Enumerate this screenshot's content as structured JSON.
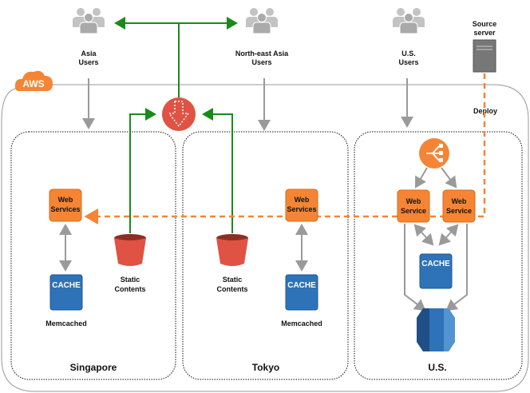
{
  "cloud_label": "AWS",
  "users": [
    {
      "line1": "Asia",
      "line2": "Users"
    },
    {
      "line1": "North-east Asia",
      "line2": "Users"
    },
    {
      "line1": "U.S.",
      "line2": "Users"
    }
  ],
  "source_server": {
    "line1": "Source",
    "line2": "server"
  },
  "deploy_label": "Deploy",
  "regions": {
    "singapore": {
      "name": "Singapore",
      "web": [
        "Web",
        "Services"
      ],
      "cache": "CACHE",
      "cache_label": "Memcached",
      "static": [
        "Static",
        "Contents"
      ]
    },
    "tokyo": {
      "name": "Tokyo",
      "web": [
        "Web",
        "Services"
      ],
      "cache": "CACHE",
      "cache_label": "Memcached",
      "static": [
        "Static",
        "Contents"
      ]
    },
    "us": {
      "name": "U.S.",
      "web": [
        "Web",
        "Service"
      ],
      "cache": "CACHE"
    }
  },
  "colors": {
    "orange": "#f58534",
    "green": "#1a8a1a",
    "gray": "#9a9a9a",
    "red": "#e05243",
    "blue": "#2e73b8"
  }
}
